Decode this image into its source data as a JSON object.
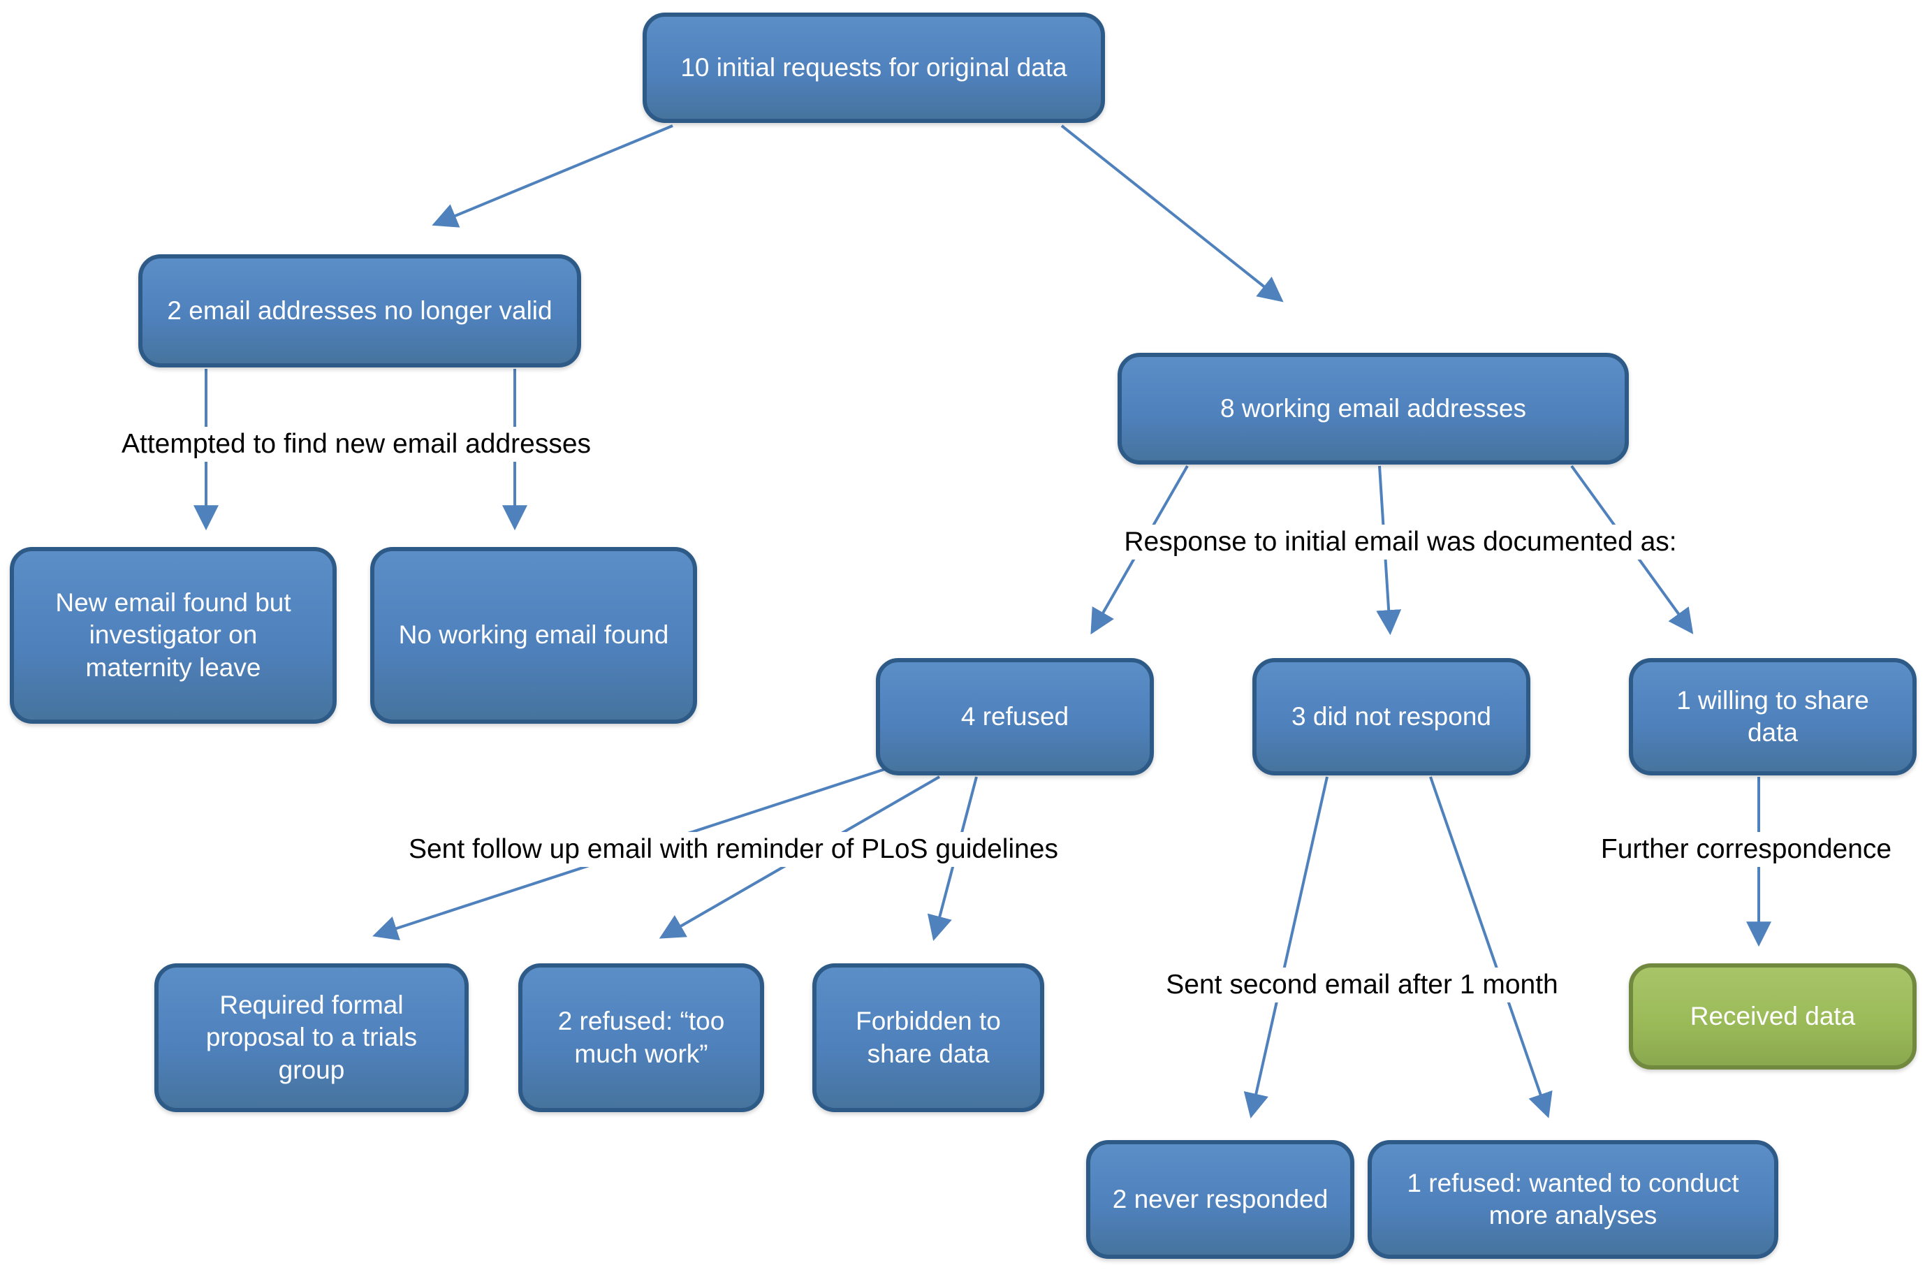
{
  "diagram": {
    "type": "flowchart",
    "nodes": {
      "initial_requests": {
        "label": "10 initial requests for original data"
      },
      "invalid_emails": {
        "label": "2 email addresses no longer valid"
      },
      "working_emails": {
        "label": "8 working email addresses"
      },
      "new_email_found": {
        "label": "New email found but investigator on maternity leave"
      },
      "no_working_email": {
        "label": "No working email found"
      },
      "refused": {
        "label": "4 refused"
      },
      "did_not_respond": {
        "label": "3 did not respond"
      },
      "willing_to_share": {
        "label": "1 willing to share data"
      },
      "formal_proposal": {
        "label": "Required formal proposal to a trials group"
      },
      "too_much_work": {
        "label": "2 refused: “too much work”"
      },
      "forbidden_to_share": {
        "label": "Forbidden to share data"
      },
      "never_responded": {
        "label": "2 never responded"
      },
      "refused_more_analyses": {
        "label": "1 refused: wanted to conduct more analyses"
      },
      "received_data": {
        "label": "Received data"
      }
    },
    "edge_labels": {
      "attempted_new_addresses": "Attempted to find new email addresses",
      "response_documented": "Response to initial email was documented as:",
      "followup_plos": "Sent follow up email with reminder of PLoS guidelines",
      "second_email": "Sent second email after 1 month",
      "further_correspondence": "Further correspondence"
    },
    "colors": {
      "node_fill": "#4f81bd",
      "node_border": "#2e5a87",
      "success_fill": "#9bbb59",
      "success_border": "#71893f",
      "arrow": "#4f81bd",
      "node_text": "#ffffff",
      "label_text": "#000000",
      "background": "#ffffff"
    }
  }
}
